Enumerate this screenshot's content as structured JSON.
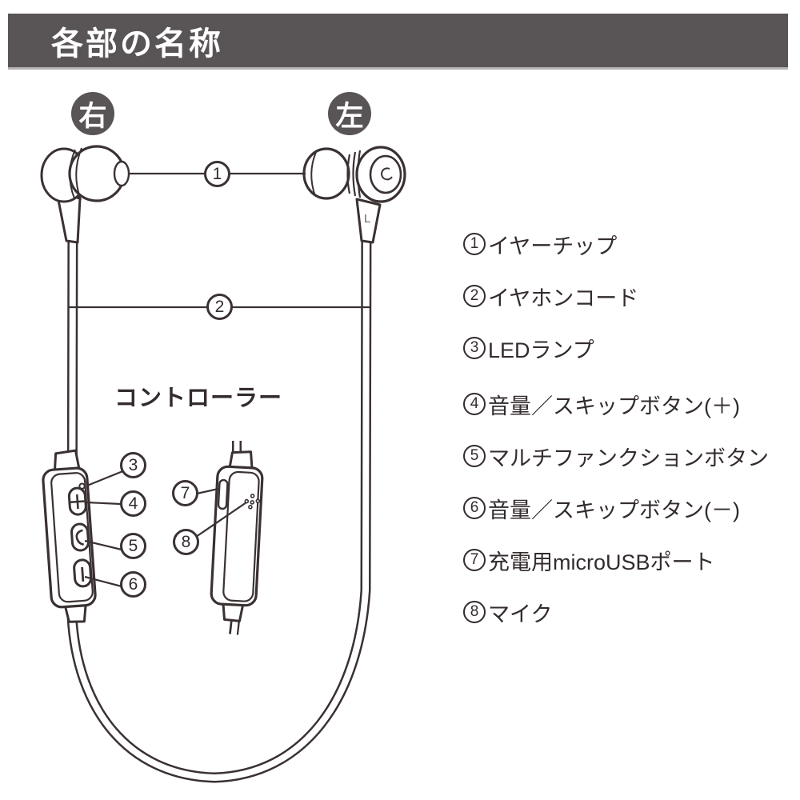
{
  "header": {
    "title": "各部の名称"
  },
  "diagram": {
    "right_badge": "右",
    "left_badge": "左",
    "controller_label": "コントローラー",
    "channel_mark": "L"
  },
  "parts_list": {
    "items": [
      {
        "number": "1",
        "label": "イヤーチップ"
      },
      {
        "number": "2",
        "label": "イヤホンコード"
      },
      {
        "number": "3",
        "label": "LEDランプ"
      },
      {
        "number": "4",
        "label": "音量／スキップボタン(＋)"
      },
      {
        "number": "5",
        "label": "マルチファンクションボタン"
      },
      {
        "number": "6",
        "label": "音量／スキップボタン(－)"
      },
      {
        "number": "7",
        "label": "充電用microUSBポート"
      },
      {
        "number": "8",
        "label": "マイク"
      }
    ]
  },
  "colors": {
    "bar": "#595455",
    "line": "#3a3132",
    "text": "#332b2c"
  }
}
